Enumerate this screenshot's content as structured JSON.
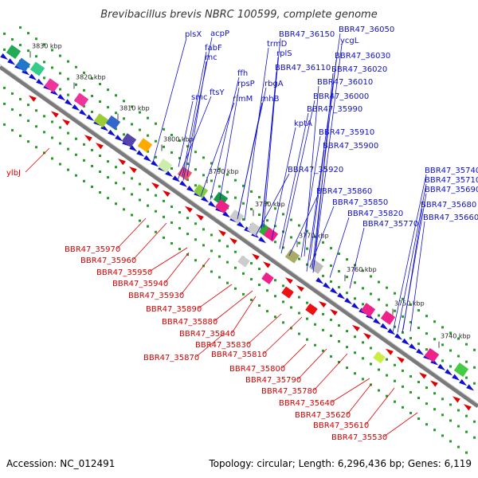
{
  "title": "Brevibacillus brevis NBRC 100599, complete genome",
  "footer": {
    "accession": "Accession: NC_012491",
    "summary": "Topology: circular; Length: 6,296,436 bp; Genes: 6,119"
  },
  "colors": {
    "forward": "#1010d0",
    "reverse": "#e00000",
    "backbone": "#7a7a7a",
    "gc_dots": "#2a9a2a"
  },
  "ticks": [
    "3830 kbp",
    "3820 kbp",
    "3810 kbp",
    "3800 kbp",
    "3790 kbp",
    "3780 kbp",
    "3770 kbp",
    "3760 kbp",
    "3750 kbp",
    "3740 kbp"
  ],
  "forward_labels": [
    "plsX",
    "acpP",
    "fabF",
    "rnc",
    "smc",
    "ftsY",
    "ffh",
    "trmD",
    "rpsP",
    "rplS",
    "rimM",
    "rbgA",
    "rnhB",
    "BBR47_36150",
    "BBR47_36110",
    "BBR47_36050",
    "ycgL",
    "BBR47_36030",
    "BBR47_36020",
    "BBR47_36010",
    "BBR47_36000",
    "BBR47_35990",
    "kptA",
    "BBR47_35910",
    "BBR47_35900",
    "BBR47_35920",
    "BBR47_35860",
    "BBR47_35850",
    "BBR47_35820",
    "BBR47_35770",
    "BBR47_35740",
    "BBR47_35710",
    "BBR47_35690",
    "BBR47_35680",
    "BBR47_35660"
  ],
  "reverse_labels": [
    "ylbJ",
    "BBR47_35970",
    "BBR47_35960",
    "BBR47_35950",
    "BBR47_35940",
    "BBR47_35930",
    "BBR47_35890",
    "BBR47_35880",
    "BBR47_35840",
    "BBR47_35870",
    "BBR47_35830",
    "BBR47_35810",
    "BBR47_35800",
    "BBR47_35790",
    "BBR47_35780",
    "BBR47_35640",
    "BBR47_35620",
    "BBR47_35610",
    "BBR47_35530"
  ]
}
